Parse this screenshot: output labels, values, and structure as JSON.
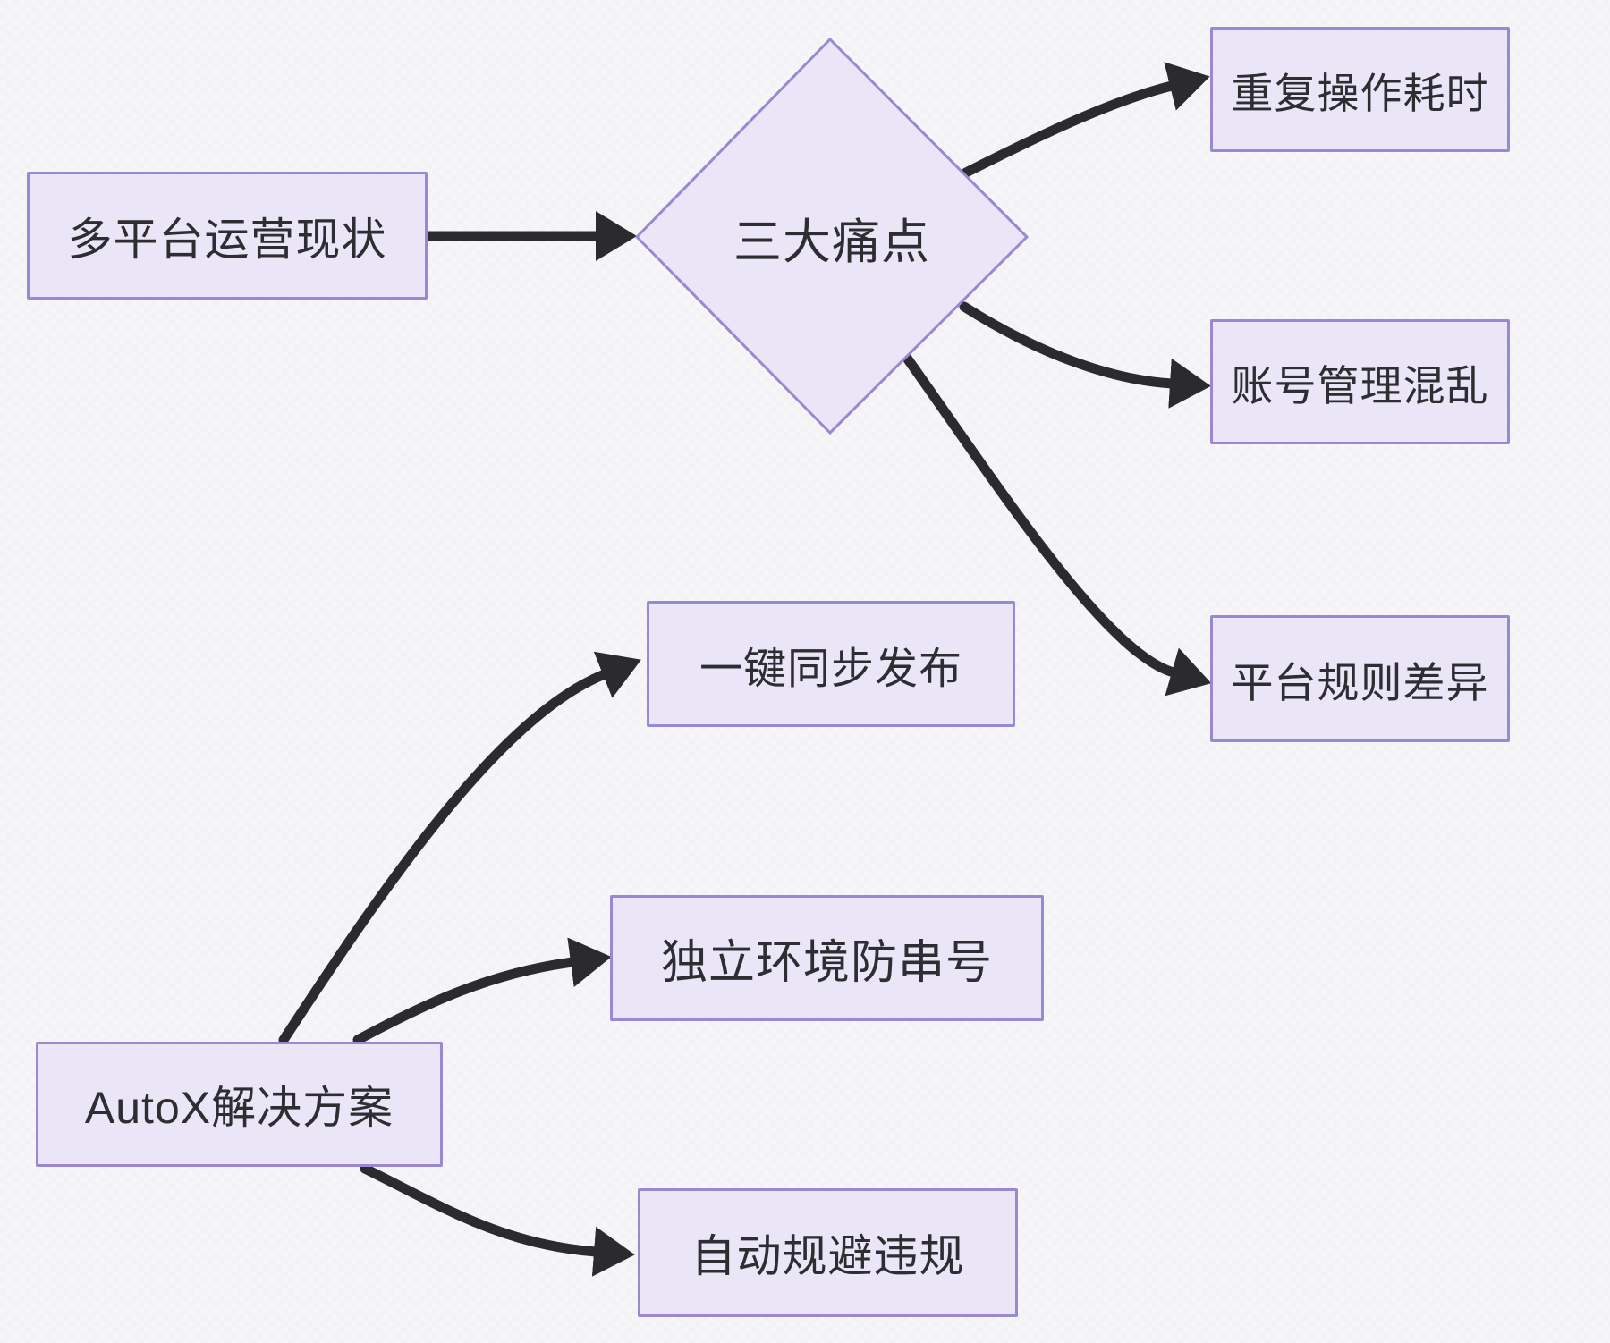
{
  "theme": {
    "background": "#f5f4f6",
    "node_fill": "#eae6f8",
    "node_border": "#9b87d2",
    "arrow_color": "#2b2b2f",
    "text_color": "#2d2d32"
  },
  "nodes": {
    "status": {
      "label": "多平台运营现状"
    },
    "pain_hub": {
      "label": "三大痛点"
    },
    "pain_repeat": {
      "label": "重复操作耗时"
    },
    "pain_account": {
      "label": "账号管理混乱"
    },
    "pain_rules": {
      "label": "平台规则差异"
    },
    "solution_hub": {
      "label": "AutoX解决方案"
    },
    "sol_publish": {
      "label": "一键同步发布"
    },
    "sol_env": {
      "label": "独立环境防串号"
    },
    "sol_comply": {
      "label": "自动规避违规"
    }
  },
  "edges": [
    {
      "from": "status",
      "to": "pain_hub"
    },
    {
      "from": "pain_hub",
      "to": "pain_repeat"
    },
    {
      "from": "pain_hub",
      "to": "pain_account"
    },
    {
      "from": "pain_hub",
      "to": "pain_rules"
    },
    {
      "from": "solution_hub",
      "to": "sol_publish"
    },
    {
      "from": "solution_hub",
      "to": "sol_env"
    },
    {
      "from": "solution_hub",
      "to": "sol_comply"
    }
  ]
}
